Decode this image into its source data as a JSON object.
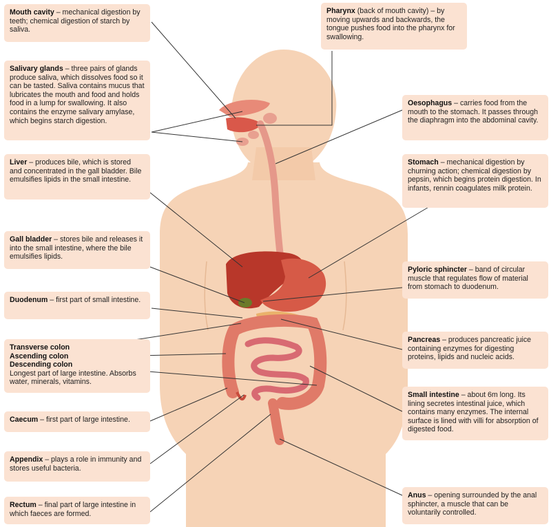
{
  "colors": {
    "label_bg": "#fbe2d2",
    "skin": "#f6d3b6",
    "organ_red": "#c8432f",
    "colon": "#e07a68",
    "leader": "#333333"
  },
  "labels": {
    "mouth_cavity": {
      "term": "Mouth cavity",
      "text": " – mechanical digestion by teeth; chemical digestion of starch by saliva."
    },
    "salivary_glands": {
      "term": "Salivary glands",
      "text": " – three pairs of glands produce saliva, which dissolves food so it can be tasted. Saliva contains mucus that lubricates the mouth and food and holds food in a lump for swallowing. It also contains the enzyme salivary amylase, which begins starch digestion."
    },
    "liver": {
      "term": "Liver",
      "text": " – produces bile, which is stored and concentrated in the gall bladder. Bile emulsifies lipids in the small intestine."
    },
    "gall_bladder": {
      "term": "Gall bladder",
      "text": " – stores bile and releases it into the small intestine, where the bile emulsifies lipids."
    },
    "duodenum": {
      "term": "Duodenum",
      "text": " – first part of small intestine."
    },
    "colon": {
      "transverse": "Transverse colon",
      "ascending": "Ascending colon",
      "descending": "Descending colon",
      "text": "Longest part of large intestine. Absorbs water, minerals, vitamins."
    },
    "caecum": {
      "term": "Caecum",
      "text": " – first part of large intestine."
    },
    "appendix": {
      "term": "Appendix",
      "text": " – plays a role in immunity and stores useful bacteria."
    },
    "rectum": {
      "term": "Rectum",
      "text": " – final part of large intestine in which faeces are formed."
    },
    "pharynx": {
      "term": "Pharynx",
      "text": " (back of mouth cavity) – by moving upwards and backwards, the tongue pushes food into the pharynx for swallowing."
    },
    "oesophagus": {
      "term": "Oesophagus",
      "text": " – carries food from the mouth to the stomach. It passes through the diaphragm into the abdominal cavity."
    },
    "stomach": {
      "term": "Stomach",
      "text": " – mechanical digestion by churning action; chemical digestion by pepsin, which begins protein digestion. In infants, rennin coagulates milk protein."
    },
    "pyloric_sphincter": {
      "term": "Pyloric sphincter",
      "text": " – band of circular muscle that regulates flow of material from stomach to duodenum."
    },
    "pancreas": {
      "term": "Pancreas",
      "text": " – produces pancreatic juice containing enzymes for digesting proteins, lipids and nucleic acids."
    },
    "small_intestine": {
      "term": "Small intestine",
      "text": " – about 6m long. Its lining secretes intestinal juice, which contains many enzymes. The internal surface is lined with villi for absorption of digested food."
    },
    "anus": {
      "term": "Anus",
      "text": " – opening surrounded by the anal sphincter, a muscle that can be voluntarily controlled."
    }
  }
}
